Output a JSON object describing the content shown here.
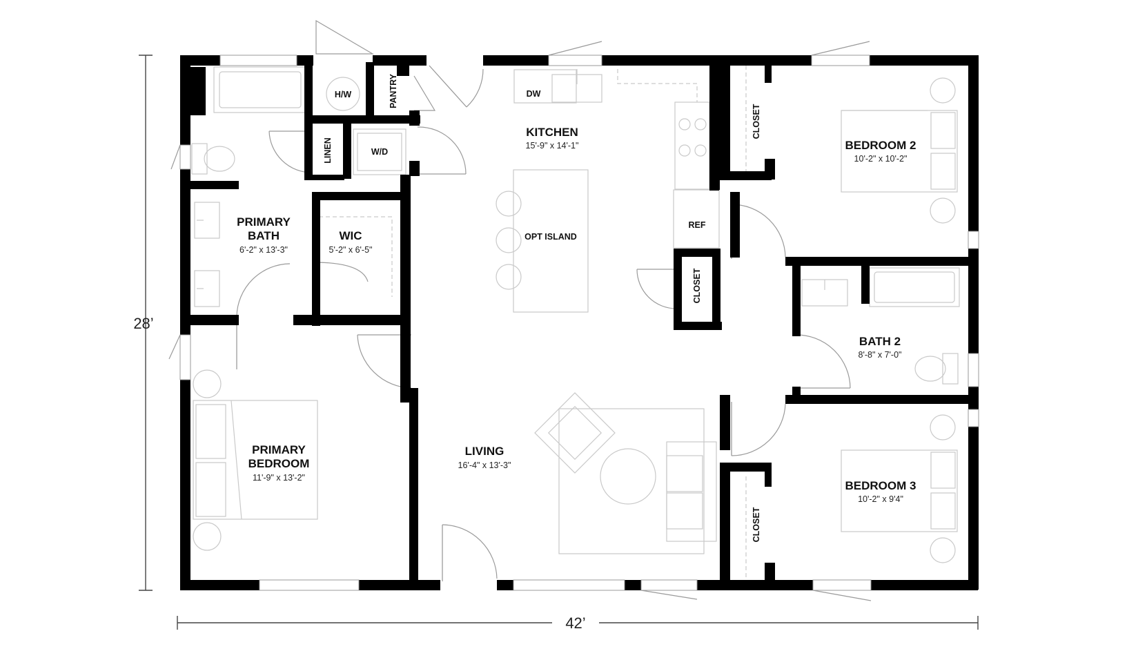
{
  "dimensions": {
    "height": "28’",
    "width": "42’"
  },
  "rooms": {
    "kitchen": {
      "name": "KITCHEN",
      "size": "15'-9\" x 14'-1\""
    },
    "bedroom2": {
      "name": "BEDROOM 2",
      "size": "10'-2\" x 10'-2\""
    },
    "primary_bath": {
      "name_line1": "PRIMARY",
      "name_line2": "BATH",
      "size": "6'-2\" x 13'-3\""
    },
    "wic": {
      "name": "WIC",
      "size": "5'-2\" x 6'-5\""
    },
    "bath2": {
      "name": "BATH 2",
      "size": "8'-8\" x 7'-0\""
    },
    "primary_bedroom": {
      "name_line1": "PRIMARY",
      "name_line2": "BEDROOM",
      "size": "11'-9\" x 13'-2\""
    },
    "living": {
      "name": "LIVING",
      "size": "16'-4\" x 13'-3\""
    },
    "bedroom3": {
      "name": "BEDROOM 3",
      "size": "10'-2\" x 9'4\""
    }
  },
  "labels": {
    "hw": "H/W",
    "pantry": "PANTRY",
    "linen": "LINEN",
    "wd": "W/D",
    "dw": "DW",
    "opt_island": "OPT ISLAND",
    "ref": "REF",
    "closet_kitchen": "CLOSET",
    "closet_bedroom2": "CLOSET",
    "closet_bedroom3": "CLOSET"
  }
}
